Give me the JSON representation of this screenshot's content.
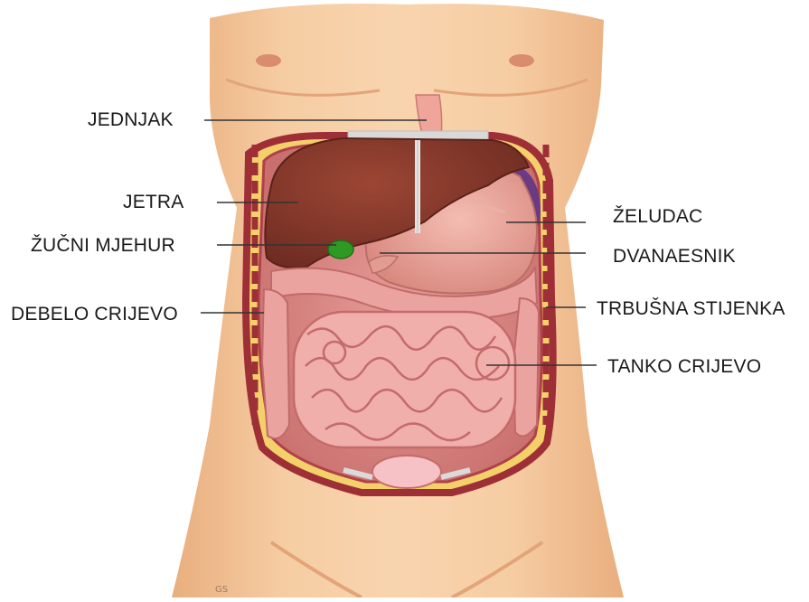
{
  "labels": {
    "esophagus": "JEDNJAK",
    "liver": "JETRA",
    "gallbladder": "ŽUČNI MJEHUR",
    "large_intestine": "DEBELO CRIJEVO",
    "stomach": "ŽELUDAC",
    "duodenum": "DVANAESNIK",
    "abdominal_wall": "TRBUŠNA STIJENKA",
    "small_intestine": "TANKO CRIJEVO"
  },
  "colors": {
    "skin": "#F3C49A",
    "skin_shadow": "#E6A877",
    "wall": "#A33A3F",
    "fat": "#F6D36A",
    "liver": "#8A3A2C",
    "stomach": "#E8A49A",
    "intestine": "#EDA7A4",
    "gallbladder": "#2E9A24",
    "spleen": "#6A3B82",
    "leader_line": "#333333"
  }
}
